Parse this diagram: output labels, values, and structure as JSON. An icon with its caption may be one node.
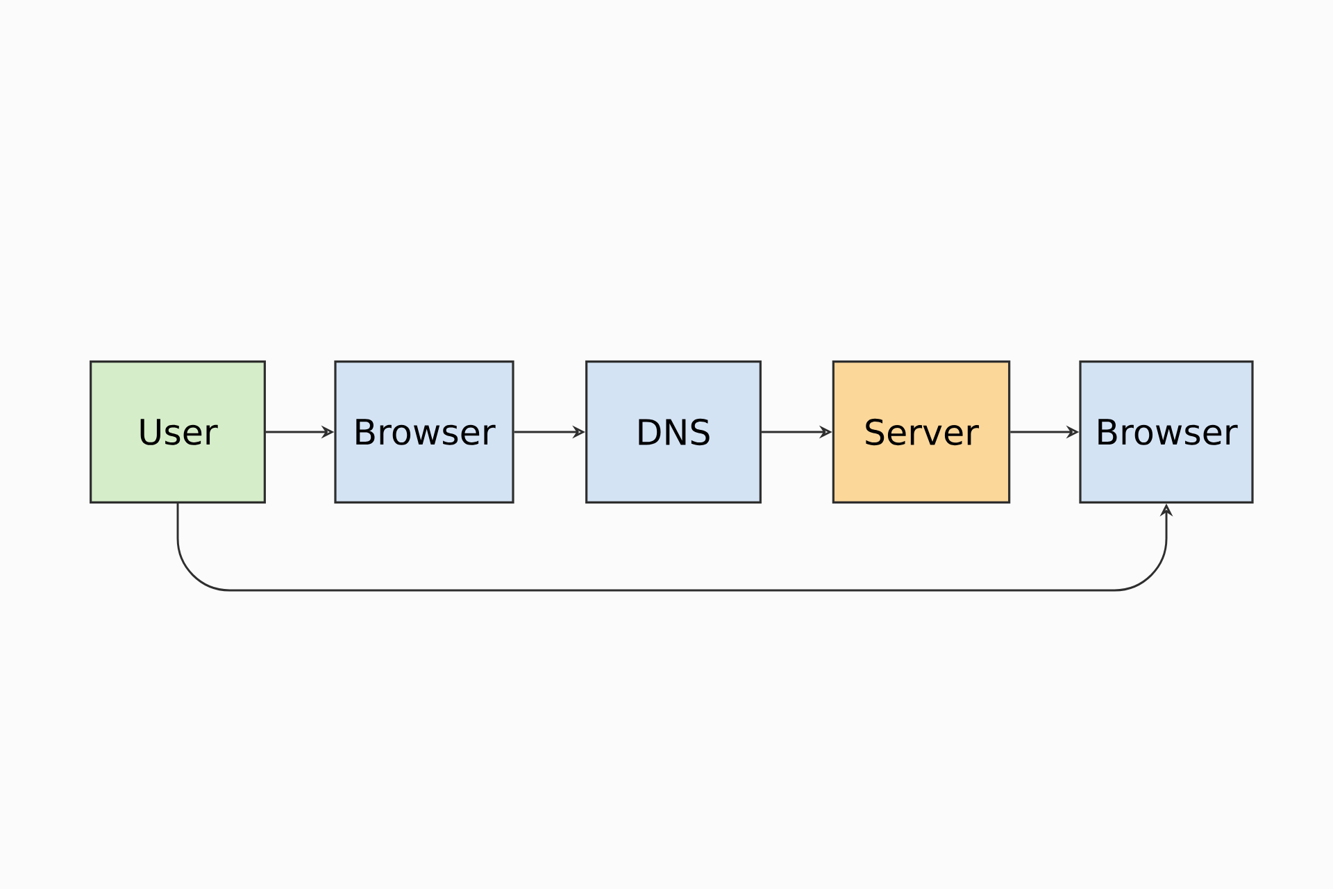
{
  "diagram": {
    "nodes": [
      {
        "text": [
          "User"
        ]
      },
      {
        "text": [
          "Browser"
        ]
      },
      {
        "text": [
          "DNS"
        ]
      },
      {
        "text": [
          "Server"
        ]
      },
      {
        "text": [
          "Browser"
        ]
      }
    ],
    "edges": [
      {
        "from": 0,
        "to": 1,
        "arrow": "to"
      },
      {
        "from": 1,
        "to": 2,
        "arrow": "to"
      },
      {
        "from": 2,
        "to": 3,
        "arrow": "to"
      },
      {
        "from": 3,
        "to": 4,
        "arrow": "to"
      },
      {
        "from": 0,
        "to": 4,
        "arrow": "to"
      }
    ]
  }
}
